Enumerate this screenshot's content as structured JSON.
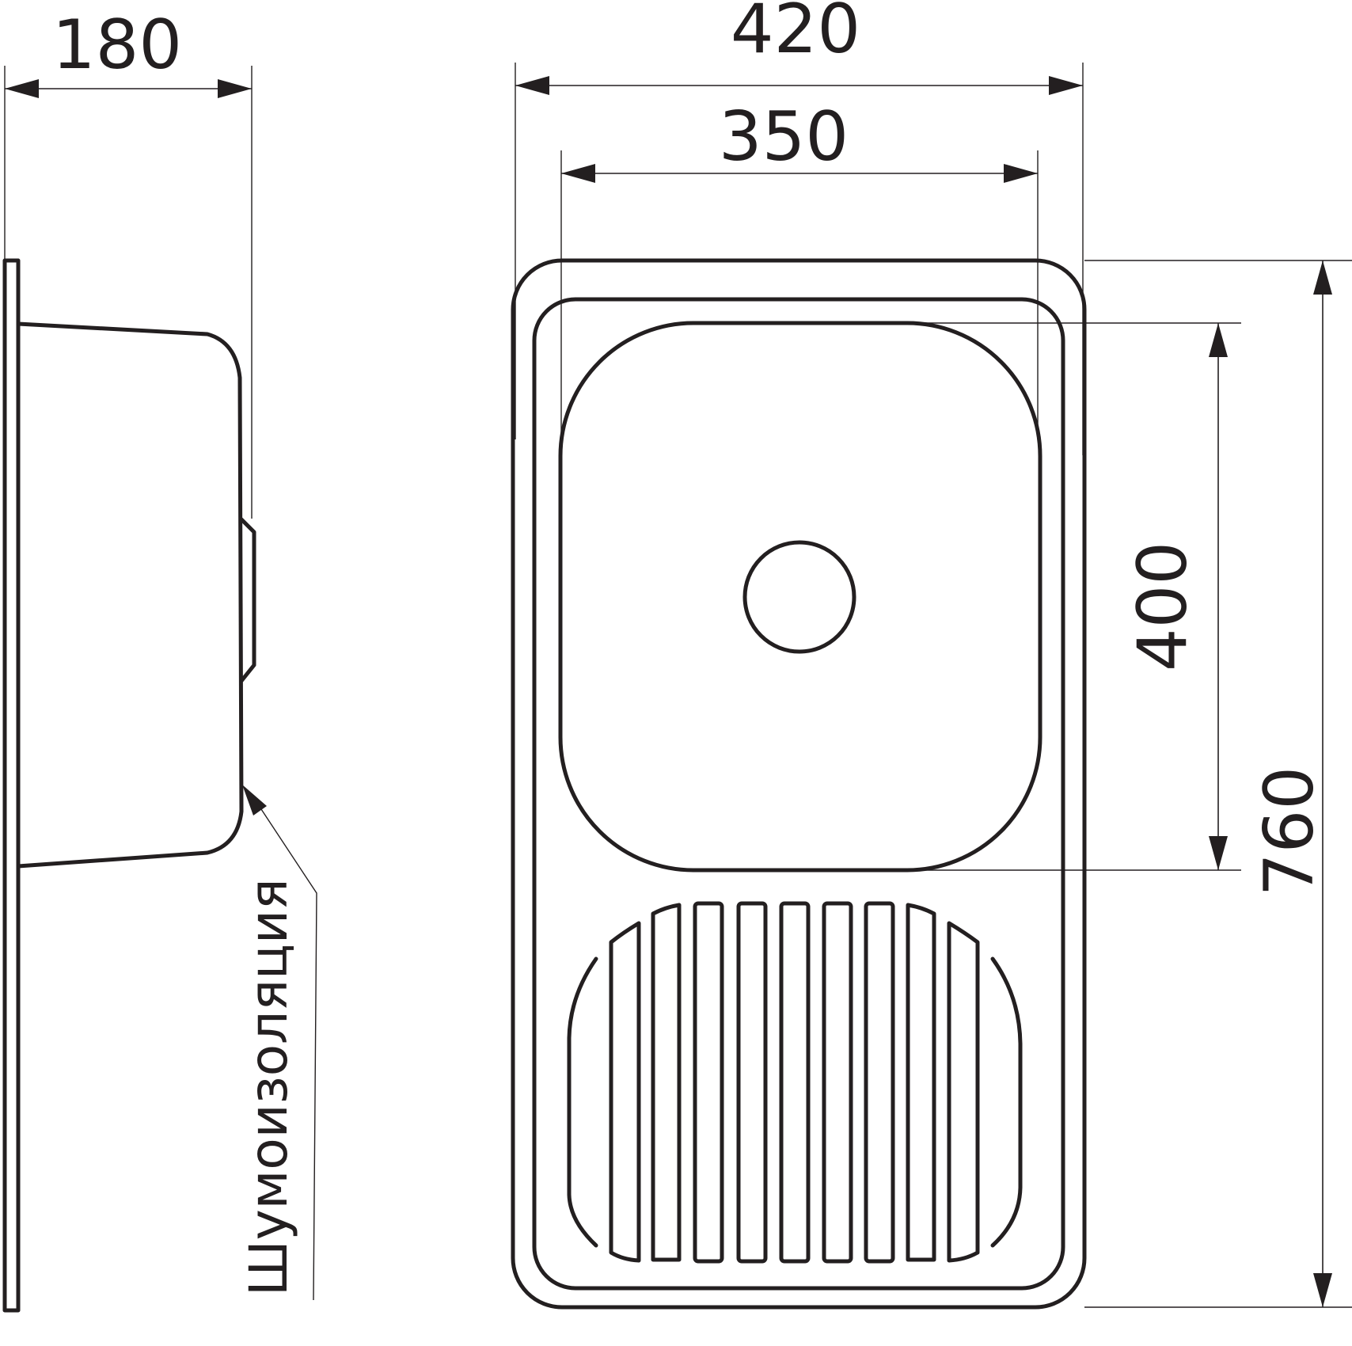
{
  "dimensions": {
    "side_depth": "180",
    "overall_width": "420",
    "bowl_width": "350",
    "bowl_length": "400",
    "overall_length": "760"
  },
  "labels": {
    "noise_insulation": "Шумоизоляция"
  },
  "colors": {
    "line": "#231f20",
    "background": "#ffffff"
  }
}
